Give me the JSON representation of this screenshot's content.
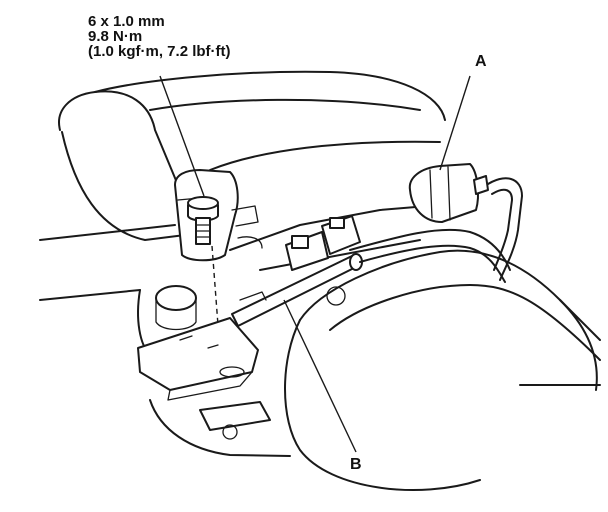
{
  "torque_spec": {
    "line1": "6 x 1.0 mm",
    "line2": "9.8 N·m",
    "line3": "(1.0 kgf·m, 7.2 lbf·ft)"
  },
  "callouts": {
    "a": "A",
    "b": "B"
  }
}
